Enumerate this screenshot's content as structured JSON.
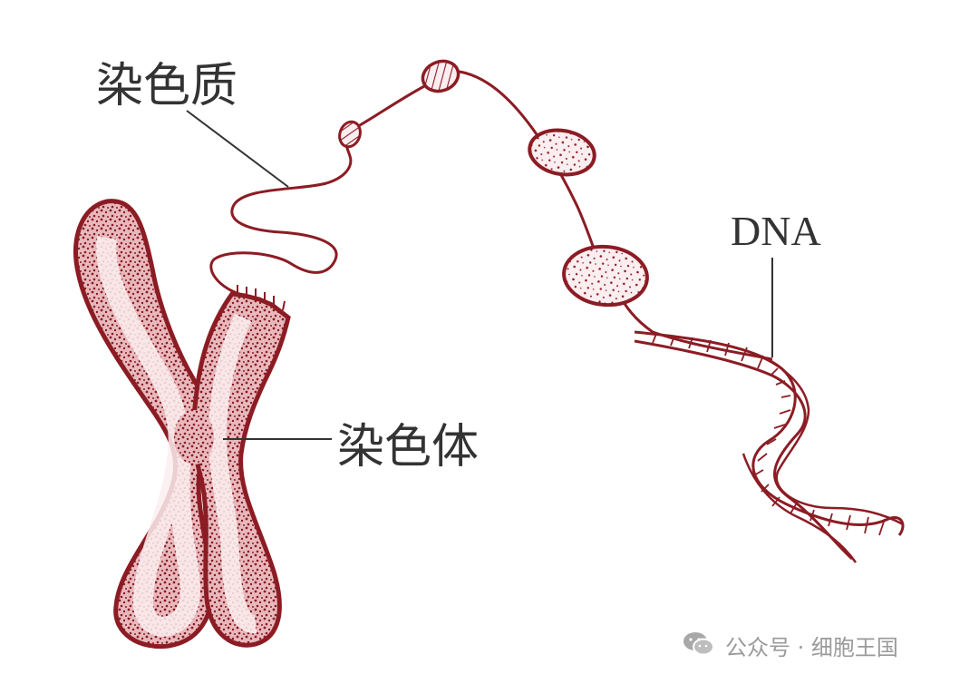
{
  "diagram": {
    "labels": {
      "chromatin": "染色质",
      "chromosome": "染色体",
      "dna": "DNA"
    },
    "colors": {
      "structure": "#8c1c24",
      "fill_light": "#f6e1e3",
      "leader_line": "#333333",
      "label_text": "#333333"
    }
  },
  "watermark": {
    "text": "公众号 · 细胞王国",
    "icon": "wechat-icon",
    "color": "#9a9a9a"
  }
}
